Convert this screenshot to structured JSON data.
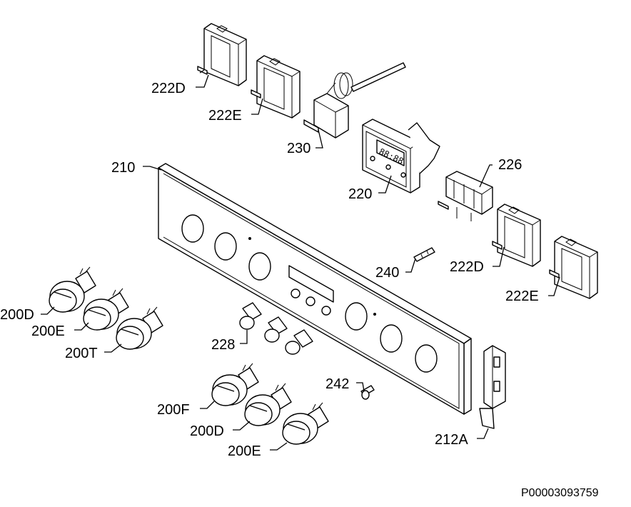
{
  "diagram": {
    "reference_code": "P00003093759",
    "parts": [
      {
        "id": "222d_top",
        "label": "222D"
      },
      {
        "id": "222e_top",
        "label": "222E"
      },
      {
        "id": "230",
        "label": "230"
      },
      {
        "id": "210",
        "label": "210"
      },
      {
        "id": "220",
        "label": "220"
      },
      {
        "id": "226",
        "label": "226"
      },
      {
        "id": "240",
        "label": "240"
      },
      {
        "id": "222d_right",
        "label": "222D"
      },
      {
        "id": "222e_right",
        "label": "222E"
      },
      {
        "id": "200d_left",
        "label": "200D"
      },
      {
        "id": "200e_left",
        "label": "200E"
      },
      {
        "id": "200t",
        "label": "200T"
      },
      {
        "id": "228",
        "label": "228"
      },
      {
        "id": "242",
        "label": "242"
      },
      {
        "id": "200f",
        "label": "200F"
      },
      {
        "id": "200d_bottom",
        "label": "200D"
      },
      {
        "id": "200e_bottom",
        "label": "200E"
      },
      {
        "id": "212a",
        "label": "212A"
      }
    ]
  }
}
